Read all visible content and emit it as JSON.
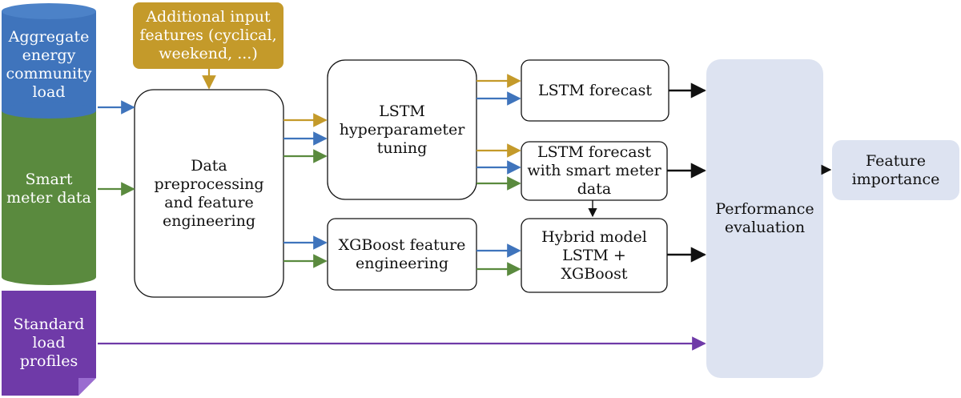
{
  "colors": {
    "blue": "#3f74bc",
    "green": "#5a8a3e",
    "purple": "#6f3aa8",
    "gold": "#c49a2a",
    "black": "#111111",
    "pale_blue": "#dde3f1"
  },
  "nodes": {
    "aggregate_load": {
      "lines": [
        "Aggregate",
        "energy",
        "community",
        "load"
      ]
    },
    "smart_meter": {
      "lines": [
        "Smart",
        "meter data"
      ]
    },
    "standard_profiles": {
      "lines": [
        "Standard",
        "load",
        "profiles"
      ]
    },
    "additional_features": {
      "lines": [
        "Additional input",
        "features (cyclical,",
        "weekend, ...)"
      ]
    },
    "preprocessing": {
      "lines": [
        "Data",
        "preprocessing",
        "and feature",
        "engineering"
      ]
    },
    "lstm_tuning": {
      "lines": [
        "LSTM",
        "hyperparameter",
        "tuning"
      ]
    },
    "xgb_fe": {
      "lines": [
        "XGBoost feature",
        "engineering"
      ]
    },
    "lstm_forecast": {
      "lines": [
        "LSTM forecast"
      ]
    },
    "lstm_forecast_sm": {
      "lines": [
        "LSTM forecast",
        "with smart meter",
        "data"
      ]
    },
    "hybrid": {
      "lines": [
        "Hybrid model",
        "LSTM +",
        "XGBoost"
      ]
    },
    "performance": {
      "lines": [
        "Performance",
        "evaluation"
      ]
    },
    "feature_importance": {
      "lines": [
        "Feature",
        "importance"
      ]
    }
  }
}
